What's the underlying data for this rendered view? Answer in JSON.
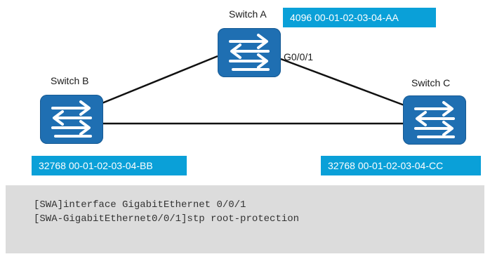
{
  "switches": {
    "a": {
      "name": "Switch A",
      "bridge_id": "4096 00-01-02-03-04-AA",
      "port": "G0/0/1"
    },
    "b": {
      "name": "Switch B",
      "bridge_id": "32768 00-01-02-03-04-BB"
    },
    "c": {
      "name": "Switch C",
      "bridge_id": "32768 00-01-02-03-04-CC"
    }
  },
  "colors": {
    "switch": "#1f6fb2",
    "bridge_id_box": "#0aa0d8",
    "cli_box": "#dcdcdc",
    "link": "#111111"
  },
  "cli": {
    "lines": [
      "[SWA]interface GigabitEthernet 0/0/1",
      "[SWA-GigabitEthernet0/0/1]stp root-protection"
    ]
  }
}
